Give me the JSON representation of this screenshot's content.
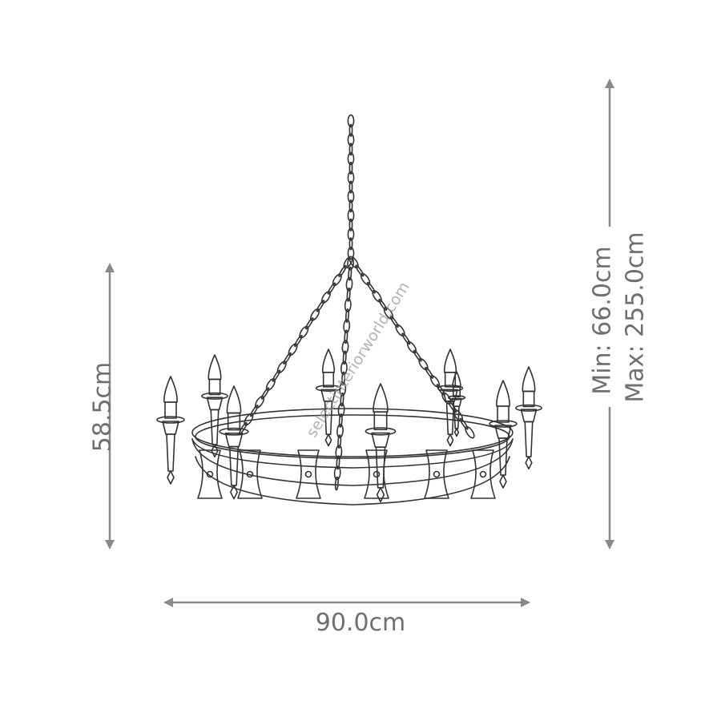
{
  "dimensions": {
    "width_label": "90.0cm",
    "height_label": "58.5cm",
    "drop_min_label": "Min: 66.0cm",
    "drop_max_label": "Max: 255.0cm"
  },
  "watermark": "selectinteriorworld.com",
  "colors": {
    "line": "#333333",
    "dimension": "#8a8a8a",
    "text": "#6f6f6f"
  },
  "candles": {
    "count": 9
  }
}
